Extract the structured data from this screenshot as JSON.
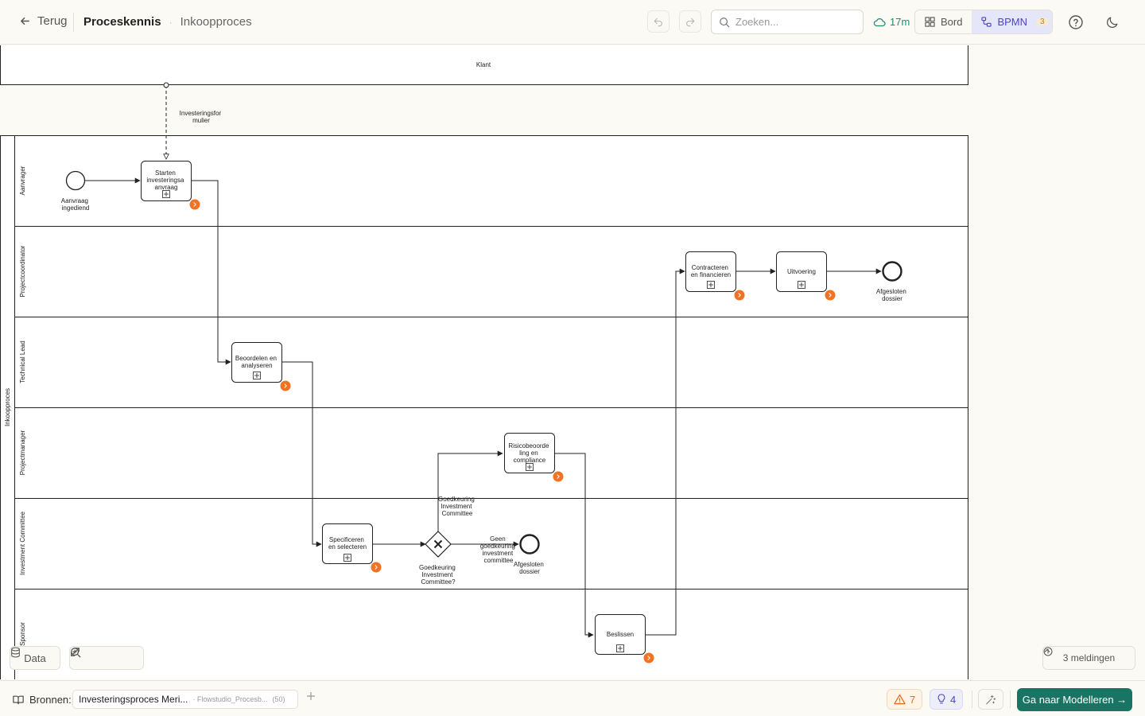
{
  "topbar": {
    "back_label": "Terug",
    "crumb_main": "Proceskennis",
    "crumb_separator": "·",
    "crumb_current": "Inkoopproces",
    "search_placeholder": "Zoeken...",
    "sync_time": "17m",
    "view_board": "Bord",
    "view_bpmn": "BPMN",
    "bpmn_count": "3"
  },
  "diagram": {
    "external_pool": "Klant",
    "message_flow_label": [
      "Investeringsfor",
      "mulier"
    ],
    "pool_label": "Inkoopproces",
    "lanes": [
      "Aanvrager",
      "Projectcoordinator",
      "Technical Lead",
      "Projectmanager",
      "Investment Committee",
      "Sponsor"
    ],
    "tasks": {
      "starten": [
        "Starten",
        "investeringsa",
        "anvraag"
      ],
      "beoordelen": [
        "Beoordelen en",
        "analyseren"
      ],
      "specificeren": [
        "Specificeren",
        "en selecteren"
      ],
      "risico": [
        "Risicobeoorde",
        "ling en",
        "compliance"
      ],
      "beslissen": [
        "Beslissen"
      ],
      "contracteren": [
        "Contracteren",
        "en financieren"
      ],
      "uitvoering": [
        "Uitvoering"
      ]
    },
    "events": {
      "start": [
        "Aanvraag",
        "ingediend"
      ],
      "end_ic": [
        "Afgesloten",
        "dossier"
      ],
      "end_main": [
        "Afgesloten",
        "dossier"
      ]
    },
    "gateway": [
      "Goedkeuring",
      "Investment",
      "Committee?"
    ],
    "flow_labels": {
      "yes": [
        "Goedkeuring",
        "Investment",
        "Committee"
      ],
      "no": [
        "Geen",
        "goedkeuring",
        "investment",
        "committee"
      ]
    }
  },
  "canvas_controls": {
    "data_label": "Data",
    "notifications": "3 meldingen"
  },
  "bottombar": {
    "sources_label": "Bronnen:",
    "source_name": "Investeringsproces Meri...",
    "source_sub": "· Flowstudio_Procesb...",
    "source_count": "(50)",
    "warnings": "7",
    "tips": "4",
    "cta": "Ga naar Modelleren →"
  },
  "colors": {
    "accent": "#1a7463",
    "bpmn_active": "#4b43c9",
    "marker": "#f07222",
    "warning": "#e06a1c",
    "tip": "#4b43c9"
  }
}
